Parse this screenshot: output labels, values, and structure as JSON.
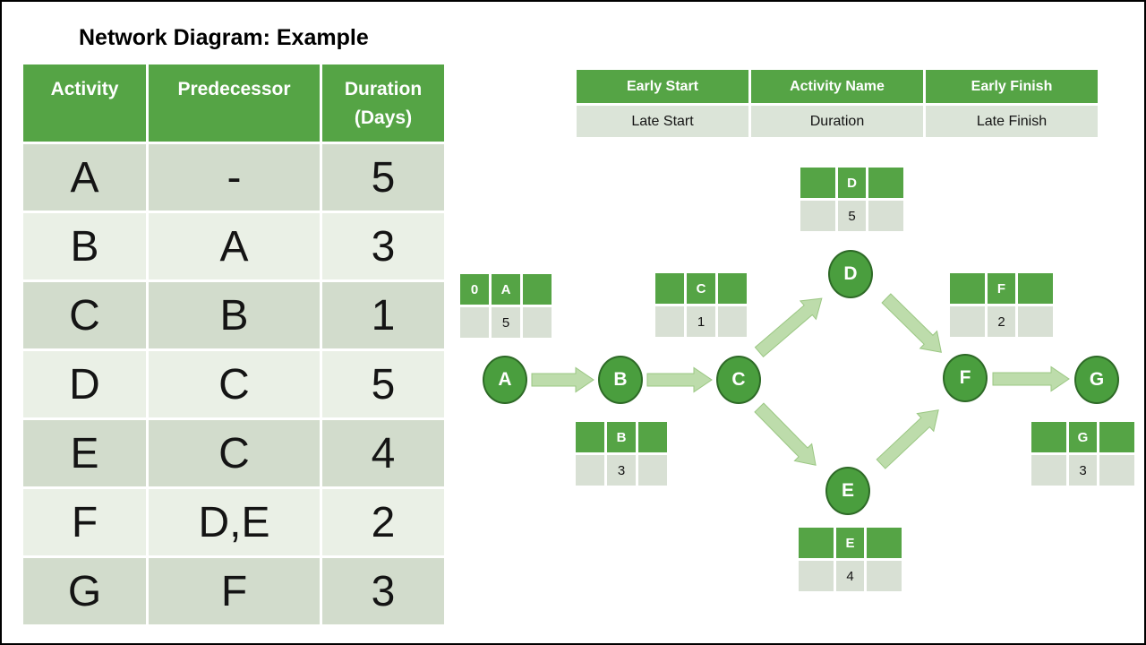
{
  "title": "Network Diagram: Example",
  "activity_table": {
    "headers": [
      "Activity",
      "Predecessor",
      "Duration (Days)"
    ],
    "rows": [
      {
        "activity": "A",
        "predecessor": "-",
        "duration": "5"
      },
      {
        "activity": "B",
        "predecessor": "A",
        "duration": "3"
      },
      {
        "activity": "C",
        "predecessor": "B",
        "duration": "1"
      },
      {
        "activity": "D",
        "predecessor": "C",
        "duration": "5"
      },
      {
        "activity": "E",
        "predecessor": "C",
        "duration": "4"
      },
      {
        "activity": "F",
        "predecessor": "D,E",
        "duration": "2"
      },
      {
        "activity": "G",
        "predecessor": "F",
        "duration": "3"
      }
    ]
  },
  "legend_table": {
    "header_row": [
      "Early Start",
      "Activity Name",
      "Early Finish"
    ],
    "second_row": [
      "Late Start",
      "Duration",
      "Late Finish"
    ]
  },
  "network": {
    "nodes": [
      {
        "label": "A"
      },
      {
        "label": "B"
      },
      {
        "label": "C"
      },
      {
        "label": "D"
      },
      {
        "label": "E"
      },
      {
        "label": "F"
      },
      {
        "label": "G"
      }
    ],
    "edges": [
      {
        "from": "A",
        "to": "B"
      },
      {
        "from": "B",
        "to": "C"
      },
      {
        "from": "C",
        "to": "D"
      },
      {
        "from": "C",
        "to": "E"
      },
      {
        "from": "D",
        "to": "F"
      },
      {
        "from": "E",
        "to": "F"
      },
      {
        "from": "F",
        "to": "G"
      }
    ],
    "mini_tables": {
      "A": {
        "top": [
          "0",
          "A",
          ""
        ],
        "bottom": [
          "",
          "5",
          ""
        ]
      },
      "B": {
        "top": [
          "",
          "B",
          ""
        ],
        "bottom": [
          "",
          "3",
          ""
        ]
      },
      "C": {
        "top": [
          "",
          "C",
          ""
        ],
        "bottom": [
          "",
          "1",
          ""
        ]
      },
      "D": {
        "top": [
          "",
          "D",
          ""
        ],
        "bottom": [
          "",
          "5",
          ""
        ]
      },
      "E": {
        "top": [
          "",
          "E",
          ""
        ],
        "bottom": [
          "",
          "4",
          ""
        ]
      },
      "F": {
        "top": [
          "",
          "F",
          ""
        ],
        "bottom": [
          "",
          "2",
          ""
        ]
      },
      "G": {
        "top": [
          "",
          "G",
          ""
        ],
        "bottom": [
          "",
          "3",
          ""
        ]
      }
    }
  },
  "colors": {
    "accent_green": "#55a445",
    "node_fill": "#4a9e3e",
    "node_border": "#2e6a27",
    "row_dark": "#d2dccc",
    "row_light": "#eaf0e6",
    "legend_light": "#dbe4d8",
    "mini_light": "#d8e0d4",
    "arrow_fill": "#bddcab",
    "arrow_stroke": "#9bc783"
  }
}
